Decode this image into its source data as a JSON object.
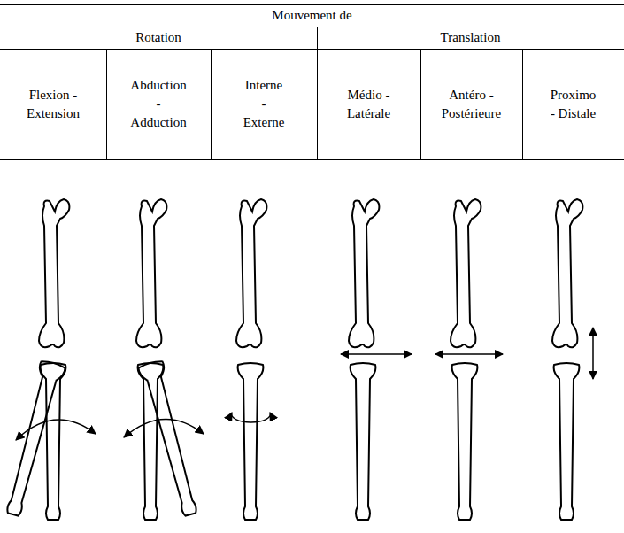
{
  "diagram": {
    "labels": [
      "Mouvement de",
      "Rotation",
      "Translation",
      "Flexion - Extension",
      "Abduction - Adduction",
      "Interne - Externe",
      "Médio - Latérale",
      "Antéro - Postérieure",
      "Proximo - Distale"
    ]
  }
}
